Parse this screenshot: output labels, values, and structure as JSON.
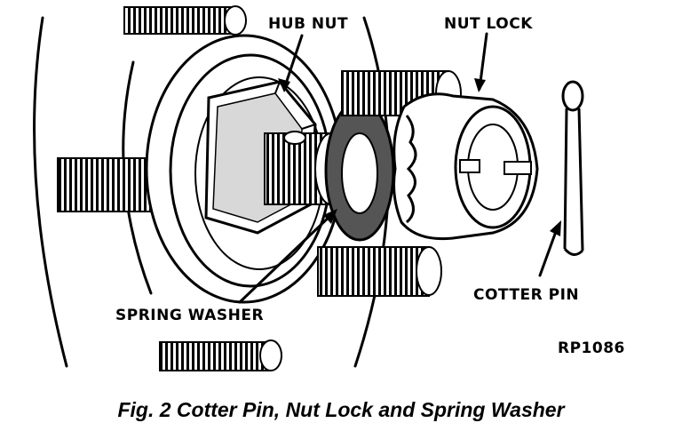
{
  "labels": {
    "hub_nut": "HUB NUT",
    "nut_lock": "NUT LOCK",
    "cotter_pin": "COTTER PIN",
    "spring_washer": "SPRING WASHER",
    "ref": "RP1086"
  },
  "caption": "Fig. 2 Cotter Pin, Nut Lock and Spring Washer"
}
